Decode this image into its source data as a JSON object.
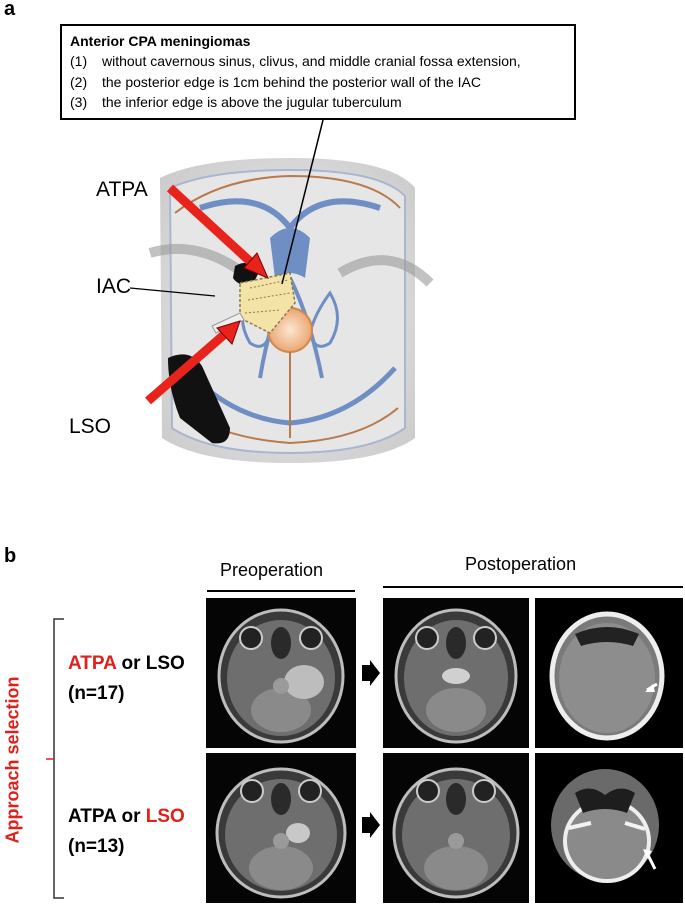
{
  "panels": {
    "a": "a",
    "b": "b"
  },
  "criteria": {
    "title": "Anterior CPA meningiomas",
    "items": [
      {
        "num": "(1)",
        "text": "without cavernous sinus, clivus, and middle cranial fossa extension,"
      },
      {
        "num": "(2)",
        "text": "the posterior edge is 1cm behind the posterior wall of the IAC"
      },
      {
        "num": "(3)",
        "text": "the inferior edge is above the jugular tuberculum"
      }
    ]
  },
  "anatomy_labels": {
    "atpa": "ATPA",
    "iac": "IAC",
    "lso": "LSO"
  },
  "columns": {
    "pre": "Preoperation",
    "post": "Postoperation"
  },
  "side_label": "Approach selection",
  "groups": [
    {
      "first": "ATPA",
      "connector": " or ",
      "second": "LSO",
      "highlight": "first",
      "n": "(n=17)"
    },
    {
      "first": "ATPA",
      "connector": " or ",
      "second": "LSO",
      "highlight": "second",
      "n": "(n=13)"
    }
  ],
  "colors": {
    "highlight": "#e0201a",
    "arrow": "#e8231c",
    "tumor": "#f3e3a6",
    "venous": "#6f8fc4"
  }
}
